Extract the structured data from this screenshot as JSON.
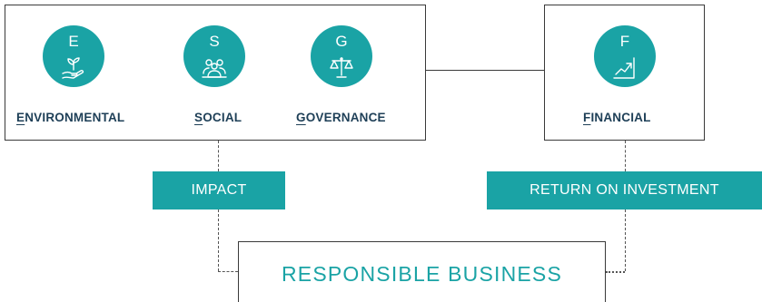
{
  "pillars": {
    "environmental": {
      "letter": "E",
      "initial": "E",
      "rest": "NVIRONMENTAL",
      "icon": "plant-in-hand-icon"
    },
    "social": {
      "letter": "S",
      "initial": "S",
      "rest": "OCIAL",
      "icon": "people-group-icon"
    },
    "governance": {
      "letter": "G",
      "initial": "G",
      "rest": "OVERNANCE",
      "icon": "balance-scale-icon"
    },
    "financial": {
      "letter": "F",
      "initial": "F",
      "rest": "INANCIAL",
      "icon": "growth-chart-icon"
    }
  },
  "tags": {
    "impact": "IMPACT",
    "roi": "RETURN ON INVESTMENT"
  },
  "outcome": "RESPONSIBLE BUSINESS",
  "colors": {
    "accent": "#1aa3a5",
    "label": "#1e3f57",
    "border": "#3a3a3a"
  }
}
